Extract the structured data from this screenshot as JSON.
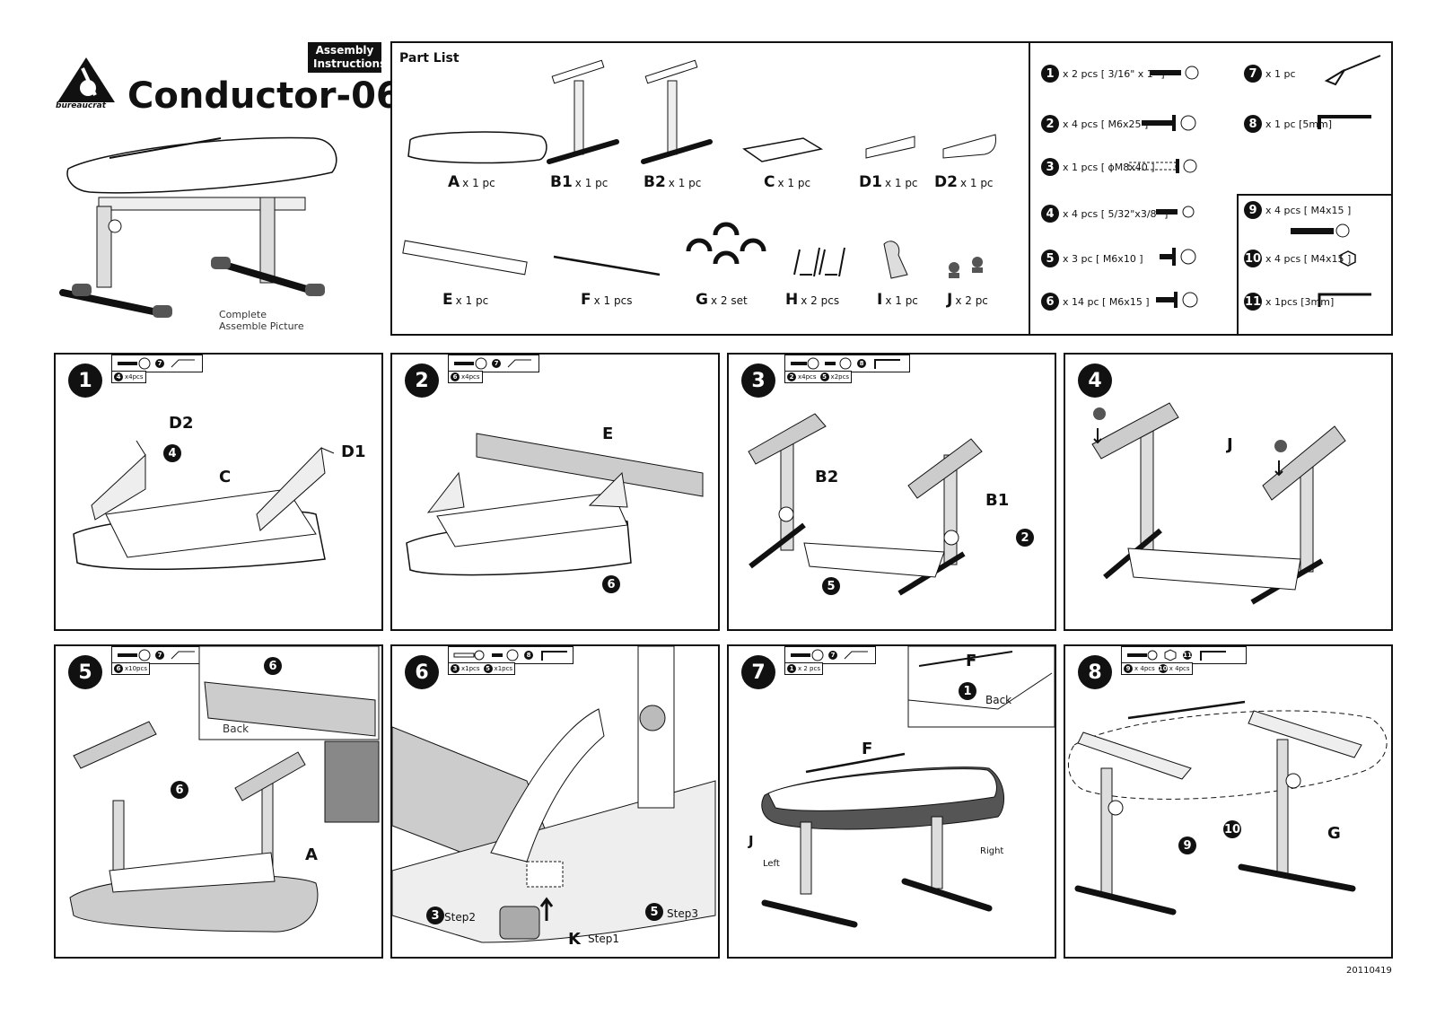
{
  "header": {
    "badge_line1": "Assembly",
    "badge_line2": "Instructions",
    "brand_name": "bureaucrat",
    "product_title": "Conductor-06",
    "caption_line1": "Complete",
    "caption_line2": "Assemble Picture"
  },
  "parts": {
    "title": "Part List",
    "items": [
      {
        "letter": "A",
        "qty": "x 1 pc"
      },
      {
        "letter": "B1",
        "qty": "x 1 pc"
      },
      {
        "letter": "B2",
        "qty": "x 1 pc"
      },
      {
        "letter": "C",
        "qty": "x 1 pc"
      },
      {
        "letter": "D1",
        "qty": "x 1 pc"
      },
      {
        "letter": "D2",
        "qty": "x 1 pc"
      },
      {
        "letter": "E",
        "qty": "x 1 pc"
      },
      {
        "letter": "F",
        "qty": "x 1 pcs"
      },
      {
        "letter": "G",
        "qty": "x 2 set"
      },
      {
        "letter": "H",
        "qty": "x 2 pcs"
      },
      {
        "letter": "I",
        "qty": "x 1 pc"
      },
      {
        "letter": "J",
        "qty": "x 2 pc"
      }
    ]
  },
  "hardware": [
    {
      "num": "1",
      "text": "x  2 pcs [ 3/16\" x 1\" ]",
      "icon": "screw-icon"
    },
    {
      "num": "2",
      "text": "x 4 pcs [ M6x25 ]",
      "icon": "bolt-icon"
    },
    {
      "num": "3",
      "text": "x 1 pcs [ ϕM8x40 ]",
      "icon": "long-bolt-icon"
    },
    {
      "num": "4",
      "text": "x 4 pcs [ 5/32\"x3/8\" ]",
      "icon": "screw-icon"
    },
    {
      "num": "5",
      "text": "x 3 pc [ M6x10 ]",
      "icon": "bolt-icon"
    },
    {
      "num": "6",
      "text": "x 14 pc [ M6x15 ]",
      "icon": "bolt-icon"
    },
    {
      "num": "7",
      "text": "x 1 pc",
      "icon": "screwdriver-icon"
    },
    {
      "num": "8",
      "text": "x 1 pc [5mm]",
      "icon": "allen-key-icon"
    },
    {
      "num": "9",
      "text": "x 4 pcs [ M4x15 ]",
      "icon": "screw-icon"
    },
    {
      "num": "10",
      "text": "x 4 pcs [ M4x15 ]",
      "icon": "nut-icon"
    },
    {
      "num": "11",
      "text": "x 1pcs [3mm]",
      "icon": "allen-key-icon"
    }
  ],
  "steps": [
    {
      "num": "1",
      "tools": [
        "7"
      ],
      "qty": [
        {
          "n": "4",
          "t": "x4pcs"
        }
      ],
      "labels": {
        "d2": "D2",
        "four": "4",
        "c": "C",
        "d1": "D1"
      }
    },
    {
      "num": "2",
      "tools": [
        "7"
      ],
      "qty": [
        {
          "n": "6",
          "t": "x4pcs"
        }
      ],
      "labels": {
        "e": "E",
        "six": "6"
      }
    },
    {
      "num": "3",
      "tools": [
        "8"
      ],
      "qty": [
        {
          "n": "2",
          "t": "x4pcs"
        },
        {
          "n": "5",
          "t": "x2pcs"
        }
      ],
      "labels": {
        "b2": "B2",
        "b1": "B1",
        "two": "2",
        "five": "5"
      }
    },
    {
      "num": "4",
      "tools": [],
      "qty": [],
      "labels": {
        "j": "J"
      }
    },
    {
      "num": "5",
      "tools": [
        "7"
      ],
      "qty": [
        {
          "n": "6",
          "t": "x10pcs"
        }
      ],
      "labels": {
        "six_a": "6",
        "six_b": "6",
        "a": "A",
        "back": "Back"
      }
    },
    {
      "num": "6",
      "tools": [
        "8"
      ],
      "qty": [
        {
          "n": "3",
          "t": "x1pcs"
        },
        {
          "n": "5",
          "t": "x1pcs"
        }
      ],
      "labels": {
        "three": "3",
        "step2": "Step2",
        "k": "K",
        "step1": "Step1",
        "five": "5",
        "step3": "Step3"
      }
    },
    {
      "num": "7",
      "tools": [
        "7"
      ],
      "qty": [
        {
          "n": "1",
          "t": "x 2 pcs"
        }
      ],
      "labels": {
        "f_inset": "F",
        "one": "1",
        "back": "Back",
        "f": "F",
        "j": "J",
        "left": "Left",
        "right": "Right"
      }
    },
    {
      "num": "8",
      "tools": [
        "11"
      ],
      "qty": [
        {
          "n": "9",
          "t": "x 4pcs"
        },
        {
          "n": "10",
          "t": "x 4pcs"
        }
      ],
      "labels": {
        "nine": "9",
        "ten": "10",
        "g": "G"
      }
    }
  ],
  "footer": {
    "date_code": "20110419"
  }
}
